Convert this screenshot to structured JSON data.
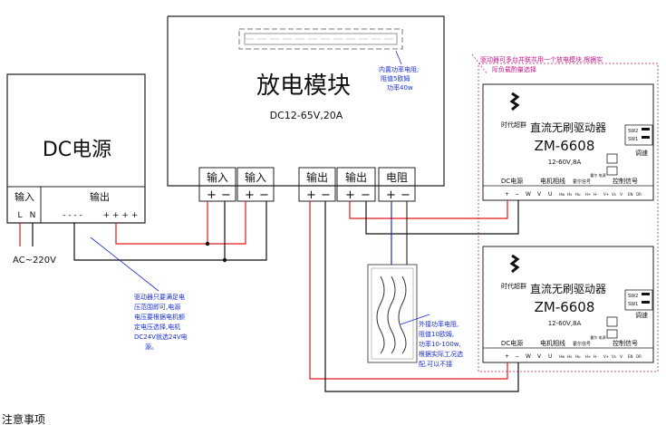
{
  "colors": {
    "wire_red": "#e01818",
    "wire_black": "#111111",
    "wire_blue": "#1a2fd0",
    "note_blue": "#1a2fd0",
    "note_pink": "#c8148c",
    "dashed_border": "#d05090"
  },
  "dc_supply": {
    "title": "DC电源",
    "input_label": "输入",
    "output_label": "输出",
    "l": "L",
    "n": "N",
    "minus_terms": "- - - -",
    "plus_terms": "+ + + +",
    "ac_label": "AC~220V"
  },
  "discharge_module": {
    "title": "放电模块",
    "spec": "DC12-65V,20A",
    "internal_note": "内置功率电阻;\n阻值5欧姆\n功率40w",
    "terminals": [
      "输入",
      "输入",
      "输出",
      "输出",
      "电阻"
    ],
    "polarity_plus": "+",
    "polarity_minus": "−"
  },
  "top_note": "驱动器可多台并联共用一个放电模块,根据实\n际负载酌量选择",
  "supply_note": "驱动器只要满足电\n压范围即可,电源\n电压要根据电机额\n定电压选择,电机\nDC24V就选24V电\n源。",
  "resistor_note": "外接功率电阻,\n阻值10欧姆,\n功率10-100w,\n根据实际工况选\n配,可以不接",
  "drivers": [
    {
      "brand": "时代超群",
      "title": "直流无刷驱动器",
      "model": "ZM-6608",
      "spec": "12-60V,8A",
      "sw2": "SW2",
      "sw1": "SW1",
      "speed": "调速",
      "groups": [
        "DC电源",
        "电机相线",
        "霍尔信号",
        "霍尔\n电源",
        "控制信号"
      ],
      "pins": [
        "+",
        "−",
        "W",
        "V",
        "U",
        "Hw",
        "Hv",
        "Hu",
        "H+",
        "H-",
        "V+",
        "Vs",
        "V-",
        "EN",
        "DR"
      ]
    },
    {
      "brand": "时代超群",
      "title": "直流无刷驱动器",
      "model": "ZM-6608",
      "spec": "12-60V,8A",
      "sw2": "SW2",
      "sw1": "SW1",
      "speed": "调速",
      "groups": [
        "DC电源",
        "电机相线",
        "霍尔信号",
        "霍尔\n电源",
        "控制信号"
      ],
      "pins": [
        "+",
        "−",
        "W",
        "V",
        "U",
        "Hw",
        "Hv",
        "Hu",
        "H+",
        "H-",
        "V+",
        "Vs",
        "V-",
        "EN",
        "DR"
      ]
    }
  ],
  "footer_text": "注意事项"
}
